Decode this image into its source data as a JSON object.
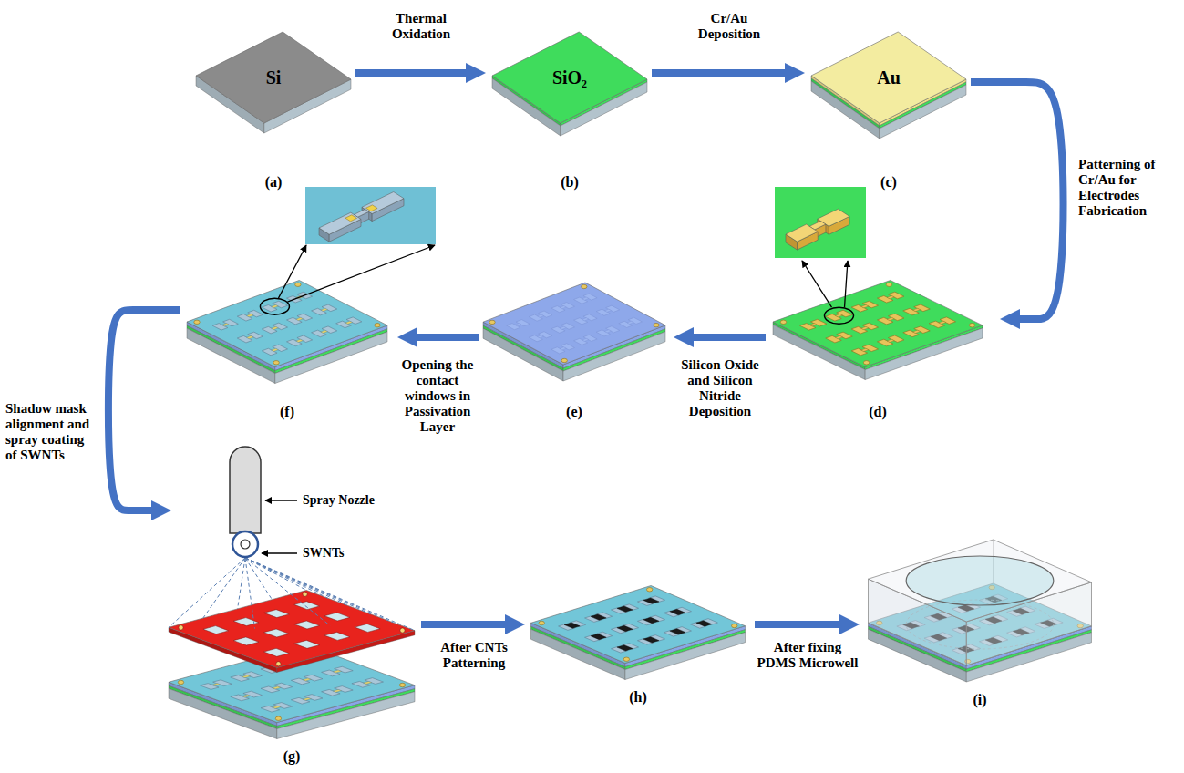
{
  "diagram": {
    "nodes": [
      {
        "text": [
          "Si",
          "(a)"
        ]
      },
      {
        "text": [
          "SiO₂",
          "(b)"
        ]
      },
      {
        "text": [
          "Au",
          "(c)"
        ]
      },
      {
        "text": [
          "(d)"
        ]
      },
      {
        "text": [
          "(e)"
        ]
      },
      {
        "text": [
          "(f)"
        ]
      },
      {
        "text": [
          "(g)"
        ]
      },
      {
        "text": [
          "(h)"
        ]
      },
      {
        "text": [
          "(i)"
        ]
      }
    ],
    "edges": [
      {
        "from": 0,
        "to": 1,
        "arrow": "to",
        "label": "Thermal Oxidation"
      },
      {
        "from": 1,
        "to": 2,
        "arrow": "to",
        "label": "Cr/Au Deposition"
      },
      {
        "from": 2,
        "to": 3,
        "arrow": "to",
        "label": "Patterning of Cr/Au for Electrodes Fabrication"
      },
      {
        "from": 3,
        "to": 4,
        "arrow": "to",
        "label": "Silicon Oxide and Silicon Nitride Deposition"
      },
      {
        "from": 4,
        "to": 5,
        "arrow": "to",
        "label": "Opening the contact windows in Passivation Layer"
      },
      {
        "from": 5,
        "to": 6,
        "arrow": "to",
        "label": "Shadow mask alignment and spray coating of SWNTs"
      },
      {
        "from": 6,
        "to": 7,
        "arrow": "to",
        "label": "After CNTs Patterning"
      },
      {
        "from": 7,
        "to": 8,
        "arrow": "to",
        "label": "After fixing PDMS Microwell"
      }
    ],
    "labels": [
      "Spray Nozzle",
      "SWNTs"
    ]
  }
}
